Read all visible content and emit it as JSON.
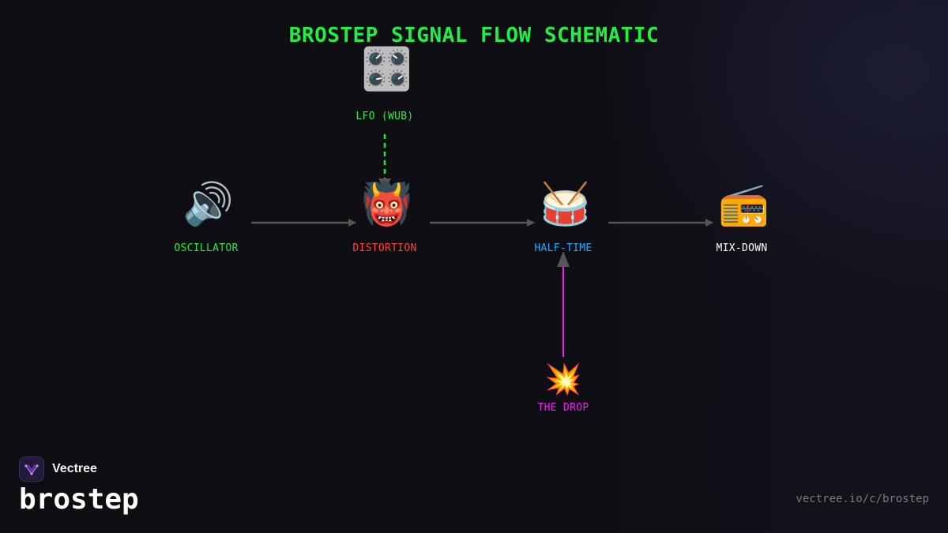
{
  "diagram": {
    "title": "BROSTEP SIGNAL FLOW SCHEMATIC",
    "title_color": "#22ee44",
    "nodes": [
      {
        "id": "lfo",
        "label": "LFO (WUB)",
        "icon": "control-knobs-icon",
        "glyph": "🎛️",
        "color": "#22ee44"
      },
      {
        "id": "oscillator",
        "label": "OSCILLATOR",
        "icon": "speaker-icon",
        "glyph": "🔊",
        "color": "#22ee44"
      },
      {
        "id": "distortion",
        "label": "DISTORTION",
        "icon": "ogre-icon",
        "glyph": "👹",
        "color": "#ff4433"
      },
      {
        "id": "half_time",
        "label": "HALF-TIME",
        "icon": "drum-icon",
        "glyph": "🥁",
        "color": "#22aaff"
      },
      {
        "id": "mix_down",
        "label": "MIX-DOWN",
        "icon": "radio-icon",
        "glyph": "📻",
        "color": "#ffffff"
      },
      {
        "id": "the_drop",
        "label": "THE DROP",
        "icon": "collision-icon",
        "glyph": "💥",
        "color": "#ee22ee"
      }
    ],
    "connections": [
      {
        "from": "oscillator",
        "to": "distortion",
        "style": "solid",
        "color": "#555555"
      },
      {
        "from": "distortion",
        "to": "half_time",
        "style": "solid",
        "color": "#555555"
      },
      {
        "from": "half_time",
        "to": "mix_down",
        "style": "solid",
        "color": "#555555"
      },
      {
        "from": "lfo",
        "to": "distortion",
        "style": "dashed",
        "color": "#22ee44"
      },
      {
        "from": "the_drop",
        "to": "half_time",
        "style": "solid",
        "color": "#ee22ee"
      }
    ]
  },
  "footer": {
    "brand_name": "Vectree",
    "brand_icon": "vectree-logo-icon",
    "brand_color": "#b066ff",
    "community": "brostep",
    "url": "vectree.io/c/brostep"
  }
}
